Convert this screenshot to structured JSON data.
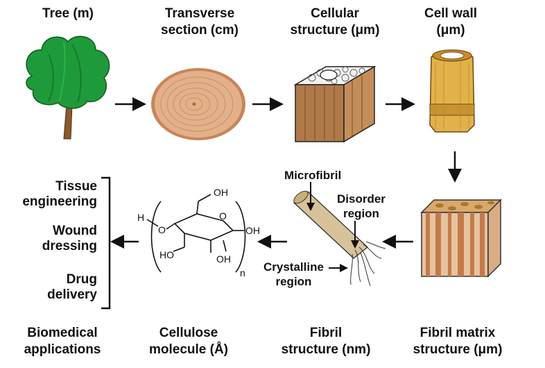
{
  "stages": {
    "tree": {
      "line1": "Tree (m)",
      "line2": ""
    },
    "transverse": {
      "line1": "Transverse",
      "line2": "section (cm)"
    },
    "cellular": {
      "line1": "Cellular",
      "line2": "structure (μm)"
    },
    "cellwall": {
      "line1": "Cell wall",
      "line2": "(μm)"
    },
    "matrix": {
      "line1": "Fibril matrix",
      "line2": "structure (μm)"
    },
    "fibril": {
      "line1": "Fibril",
      "line2": "structure (nm)"
    },
    "cellulose": {
      "line1": "Cellulose",
      "line2": "molecule (Å)"
    },
    "biomedical": {
      "line1": "Biomedical",
      "line2": "applications"
    }
  },
  "fibril_labels": {
    "microfibril": "Microfibril",
    "disorder": {
      "line1": "Disorder",
      "line2": "region"
    },
    "crystalline": {
      "line1": "Crystalline",
      "line2": "region"
    }
  },
  "applications": [
    {
      "line1": "Tissue",
      "line2": "engineering"
    },
    {
      "line1": "Wound",
      "line2": "dressing"
    },
    {
      "line1": "Drug",
      "line2": "delivery"
    }
  ],
  "molecule": {
    "oh_top": "OH",
    "oh_right": "OH",
    "ho_left": "HO",
    "oh_bottom": "OH",
    "ring_o": "O",
    "chain_o": "O",
    "h": "H",
    "n": "n"
  },
  "colors": {
    "tree_leaf": "#1f9a3a",
    "tree_trunk": "#8a5a2b",
    "wood": "#d9a27a",
    "cellwall": "#e3b14a",
    "matrix_strip": "#c98a5a",
    "fibril": "#d8c29a"
  }
}
